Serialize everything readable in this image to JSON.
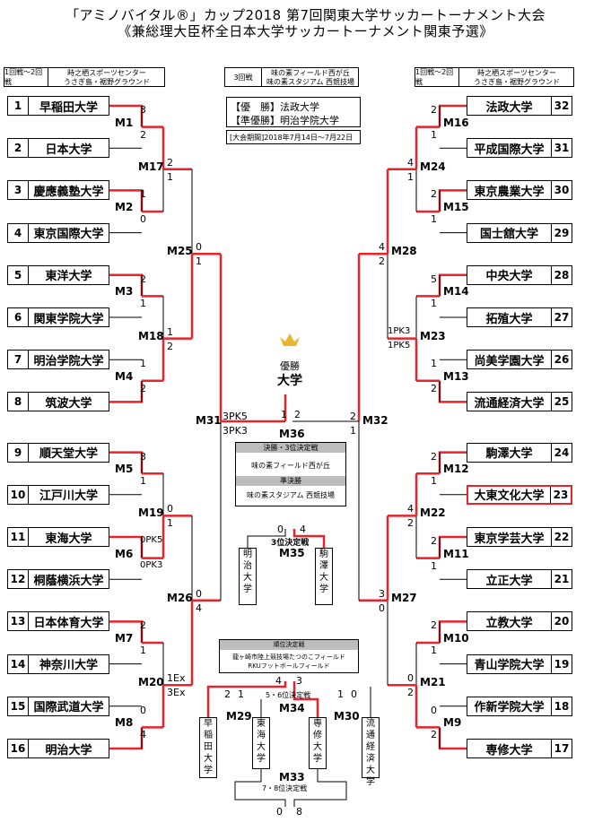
{
  "title_line1": "「アミノバイタル®」カップ2018 第7回関東大学サッカートーナメント大会",
  "title_line2": "《兼総理大臣杯全日本大学サッカートーナメント関東予選》",
  "header_left": {
    "round": "1回戦～2回戦",
    "venue1": "時之栖スポーツセンター",
    "venue2": "うさぎ島・裾野グラウンド"
  },
  "header_center": {
    "round": "3回戦",
    "venue1": "味の素フィールド西が丘",
    "venue2": "味の素スタジアム 西競技場"
  },
  "header_right": {
    "round": "1回戦～2回戦",
    "venue1": "時之栖スポーツセンター",
    "venue2": "うさぎ島・裾野グラウンド"
  },
  "results": {
    "winner": "【優　勝】法政大学",
    "runner_up": "【準優勝】明治学院大学",
    "period": "[大会期間]2018年7月14日～7月22日"
  },
  "final": {
    "label1": "優勝",
    "label2": "大学",
    "match": "M36"
  },
  "final_info": {
    "t1": "決勝・3位決定戦",
    "t2": "味の素フィールド西が丘",
    "t3": "準決勝",
    "t4": "味の素スタジアム 西競技場"
  },
  "third": {
    "label": "3位決定戦",
    "match": "M35",
    "left_team": "明治大学",
    "right_team": "駒澤大学",
    "s_left": "0",
    "s_right": "4"
  },
  "placing_info": {
    "t1": "順位決定戦",
    "t2": "龍ヶ崎市陸上競技場たつのこフィールド",
    "t3": "RKUフットボールフィールド"
  },
  "p56": {
    "label": "5・6位決定戦",
    "match": "M34",
    "s_left": "4",
    "s_right": "3"
  },
  "p78": {
    "label": "7・8位決定戦",
    "match": "M33",
    "s_left": "0",
    "s_right": "8"
  },
  "m29": {
    "match": "M29",
    "s_a": "2",
    "s_b": "1",
    "team_a": "早稲田大学",
    "team_b": "東海大学"
  },
  "m30": {
    "match": "M30",
    "s_a": "1",
    "s_b": "0",
    "team_a": "専修大学",
    "team_b": "流通経済大学"
  },
  "left_teams": [
    {
      "no": "1",
      "name": "早稲田大学"
    },
    {
      "no": "2",
      "name": "日本大学"
    },
    {
      "no": "3",
      "name": "慶應義塾大学"
    },
    {
      "no": "4",
      "name": "東京国際大学"
    },
    {
      "no": "5",
      "name": "東洋大学"
    },
    {
      "no": "6",
      "name": "関東学院大学"
    },
    {
      "no": "7",
      "name": "明治学院大学"
    },
    {
      "no": "8",
      "name": "筑波大学"
    },
    {
      "no": "9",
      "name": "順天堂大学"
    },
    {
      "no": "10",
      "name": "江戸川大学"
    },
    {
      "no": "11",
      "name": "東海大学"
    },
    {
      "no": "12",
      "name": "桐蔭横浜大学"
    },
    {
      "no": "13",
      "name": "日本体育大学"
    },
    {
      "no": "14",
      "name": "神奈川大学"
    },
    {
      "no": "15",
      "name": "国際武道大学"
    },
    {
      "no": "16",
      "name": "明治大学"
    }
  ],
  "right_teams": [
    {
      "no": "32",
      "name": "法政大学"
    },
    {
      "no": "31",
      "name": "平成国際大学"
    },
    {
      "no": "30",
      "name": "東京農業大学"
    },
    {
      "no": "29",
      "name": "国士舘大学"
    },
    {
      "no": "28",
      "name": "中央大学"
    },
    {
      "no": "27",
      "name": "拓殖大学"
    },
    {
      "no": "26",
      "name": "尚美学園大学"
    },
    {
      "no": "25",
      "name": "流通経済大学"
    },
    {
      "no": "24",
      "name": "駒澤大学"
    },
    {
      "no": "23",
      "name": "大東文化大学"
    },
    {
      "no": "22",
      "name": "東京学芸大学"
    },
    {
      "no": "21",
      "name": "立正大学"
    },
    {
      "no": "20",
      "name": "立教大学"
    },
    {
      "no": "19",
      "name": "青山学院大学"
    },
    {
      "no": "18",
      "name": "作新学院大学"
    },
    {
      "no": "17",
      "name": "専修大学"
    }
  ],
  "left_r1": [
    {
      "m": "M1",
      "a": "3",
      "b": "2"
    },
    {
      "m": "M2",
      "a": "1",
      "b": "0"
    },
    {
      "m": "M3",
      "a": "2",
      "b": "1"
    },
    {
      "m": "M4",
      "a": "1",
      "b": "2"
    },
    {
      "m": "M5",
      "a": "3",
      "b": "1"
    },
    {
      "m": "M6",
      "a": "0PK5",
      "b": "0PK3"
    },
    {
      "m": "M7",
      "a": "2",
      "b": "1"
    },
    {
      "m": "M8",
      "a": "0",
      "b": "4"
    }
  ],
  "left_r2": [
    {
      "m": "M17",
      "a": "2",
      "b": "1"
    },
    {
      "m": "M18",
      "a": "1",
      "b": "2"
    },
    {
      "m": "M19",
      "a": "0",
      "b": "1"
    },
    {
      "m": "M20",
      "a": "1Ex",
      "b": "3Ex"
    }
  ],
  "left_r3": [
    {
      "m": "M25",
      "a": "0",
      "b": "1"
    },
    {
      "m": "M26",
      "a": "0",
      "b": "4"
    }
  ],
  "left_sf": {
    "m": "M31",
    "a": "3PK5",
    "b": "3PK3"
  },
  "right_r1": [
    {
      "m": "M16",
      "a": "2",
      "b": "1"
    },
    {
      "m": "M15",
      "a": "2",
      "b": "1"
    },
    {
      "m": "M14",
      "a": "5",
      "b": "1"
    },
    {
      "m": "M13",
      "a": "1",
      "b": "2"
    },
    {
      "m": "M12",
      "a": "2",
      "b": "1"
    },
    {
      "m": "M11",
      "a": "2",
      "b": "1"
    },
    {
      "m": "M10",
      "a": "2",
      "b": "1"
    },
    {
      "m": "M9",
      "a": "0",
      "b": "2"
    }
  ],
  "right_r2": [
    {
      "m": "M24",
      "a": "4",
      "b": "1"
    },
    {
      "m": "M23",
      "a": "1PK3",
      "b": "1PK5"
    },
    {
      "m": "M22",
      "a": "4",
      "b": "2"
    },
    {
      "m": "M21",
      "a": "0",
      "b": "2"
    }
  ],
  "right_r3": [
    {
      "m": "M28",
      "a": "4",
      "b": "2"
    },
    {
      "m": "M27",
      "a": "3",
      "b": "0"
    }
  ],
  "right_sf": {
    "m": "M32",
    "a": "2",
    "b": "1"
  },
  "final_scores": {
    "left": "1",
    "right": "2"
  },
  "colors": {
    "win": "#e8232a",
    "line": "#000000",
    "highlight": "#e8232a",
    "crown": "#e8b62a"
  }
}
